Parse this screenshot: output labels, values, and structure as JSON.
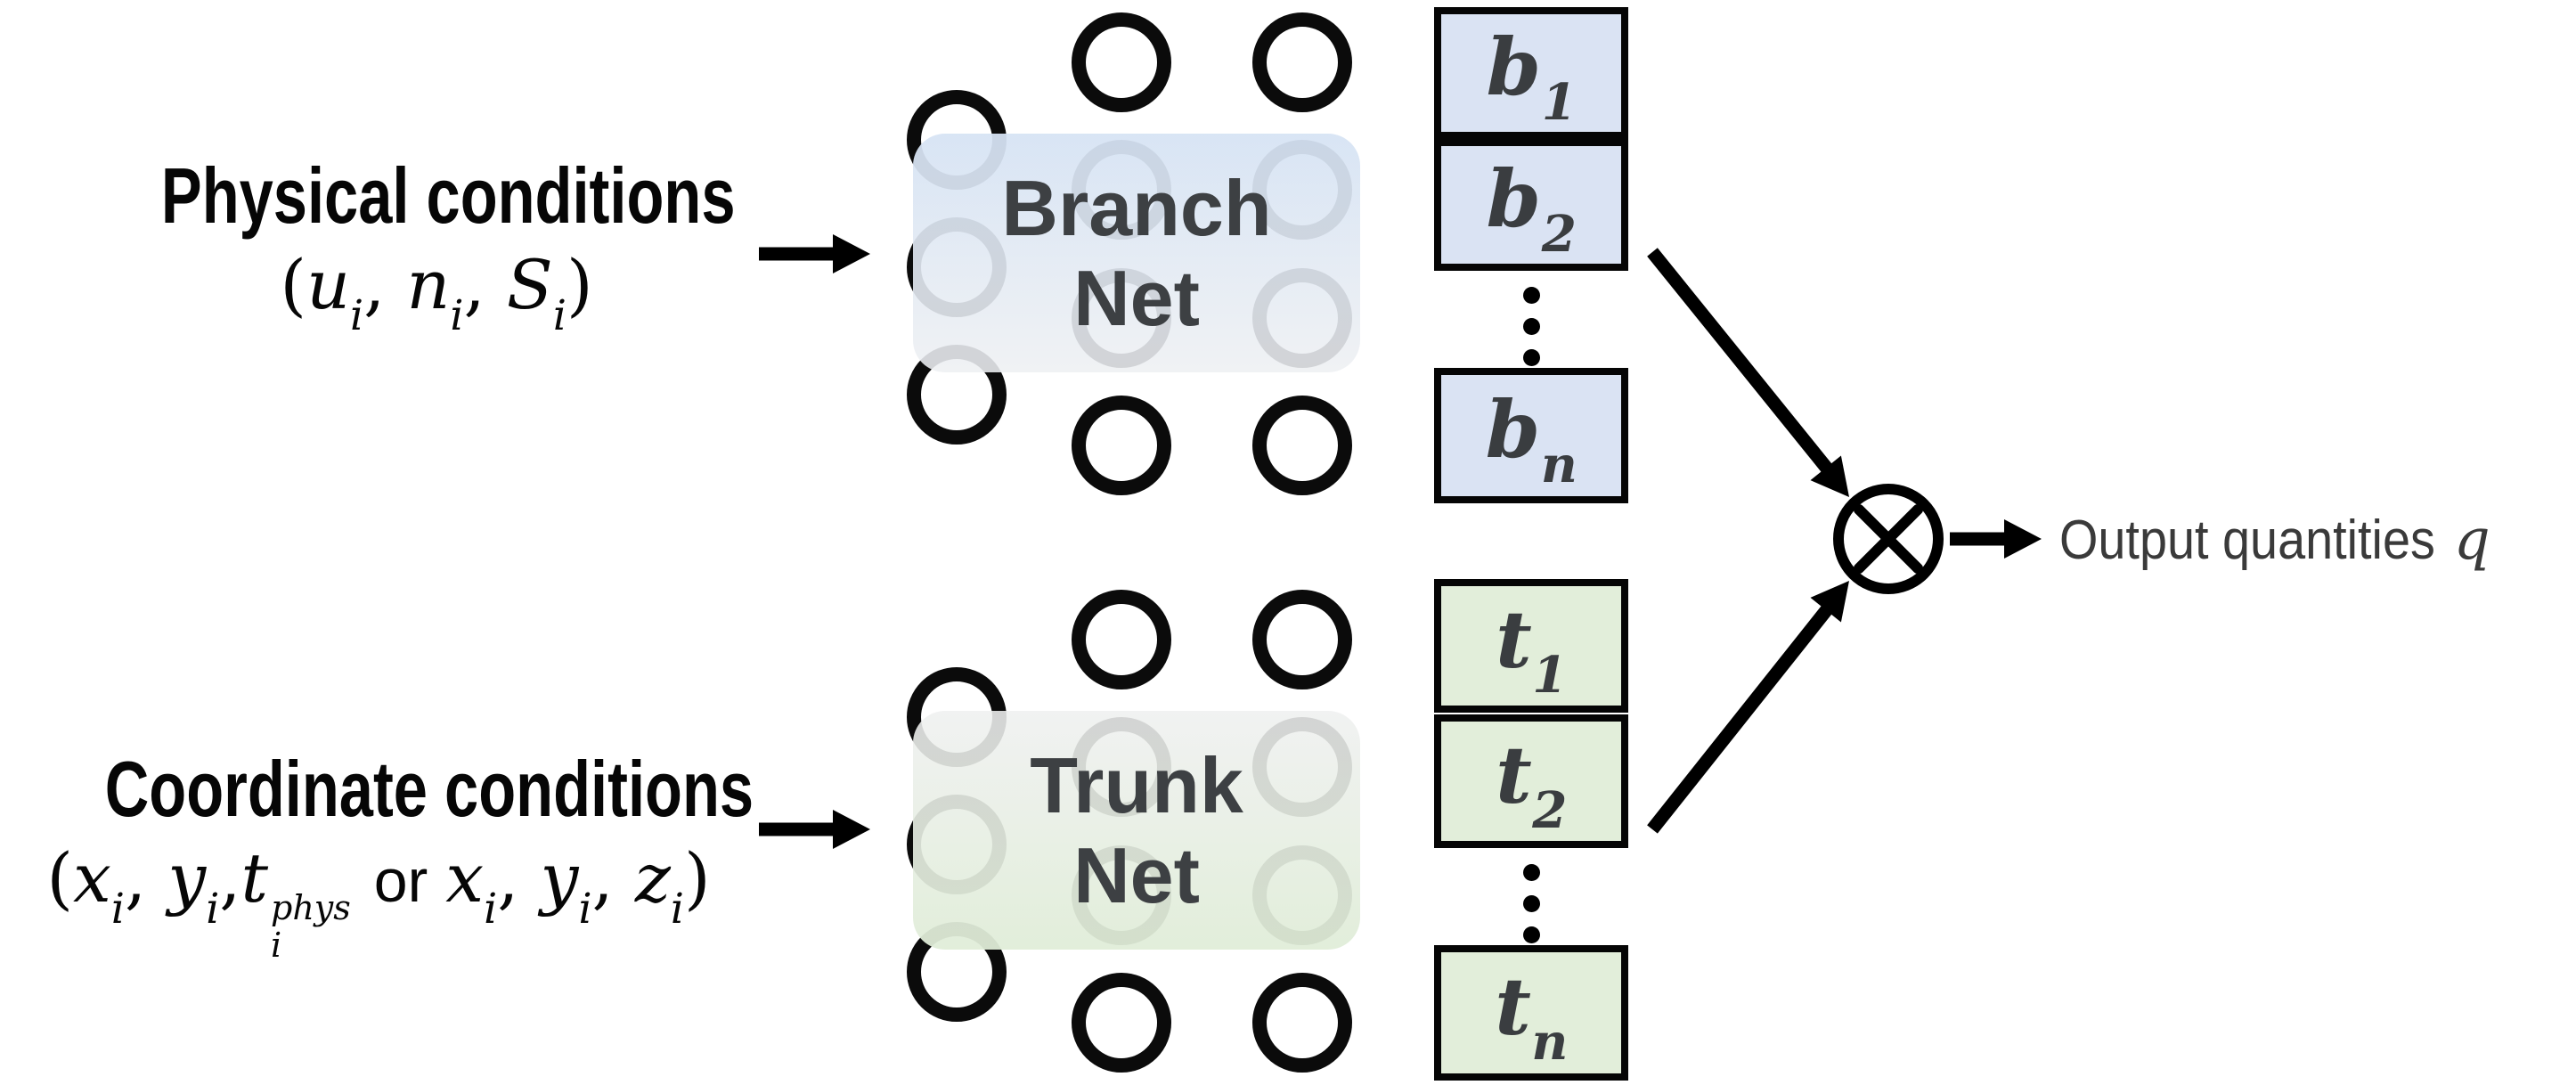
{
  "colors": {
    "background": "#ffffff",
    "vector_blue": "#dae3f3",
    "vector_green": "#e2eeda",
    "branch_box_top": "#d6e3f4",
    "branch_box_bottom": "#eef0f3",
    "trunk_box_top": "#eff0f0",
    "trunk_box_bottom": "#e0edd8",
    "net_text": "#3d4043",
    "output_text": "#3a3a3a",
    "line": "#000000"
  },
  "physical": {
    "title": "Physical conditions",
    "math": {
      "open": "(",
      "t1": "u",
      "t1s": "i",
      "sep1": ", ",
      "t2": "n",
      "t2s": "i",
      "sep2": ", ",
      "t3": "S",
      "t3s": "i",
      "close": ")"
    }
  },
  "coordinate": {
    "title": "Coordinate conditions",
    "math": {
      "open": "(",
      "t1": "x",
      "t1s": "i",
      "sep1": ", ",
      "t2": "y",
      "t2s": "i",
      "sep2": ",",
      "t3": "t",
      "t3sub": "i",
      "t3sup": "phys",
      "or": "or",
      "t4": "x",
      "t4s": "i",
      "sep4": ", ",
      "t5": "y",
      "t5s": "i",
      "sep5": ", ",
      "t6": "z",
      "t6s": "i",
      "close": ")"
    }
  },
  "branch": {
    "line1": "Branch",
    "line2": "Net",
    "vector": [
      {
        "sym": "b",
        "sub": "1"
      },
      {
        "sym": "b",
        "sub": "2"
      },
      {
        "sym": "b",
        "sub": "n"
      }
    ]
  },
  "trunk": {
    "line1": "Trunk",
    "line2": "Net",
    "vector": [
      {
        "sym": "t",
        "sub": "1"
      },
      {
        "sym": "t",
        "sub": "2"
      },
      {
        "sym": "t",
        "sub": "n"
      }
    ]
  },
  "operator": {
    "icon": "circled-multiply"
  },
  "output": {
    "label": "Output quantities",
    "math": "q"
  }
}
